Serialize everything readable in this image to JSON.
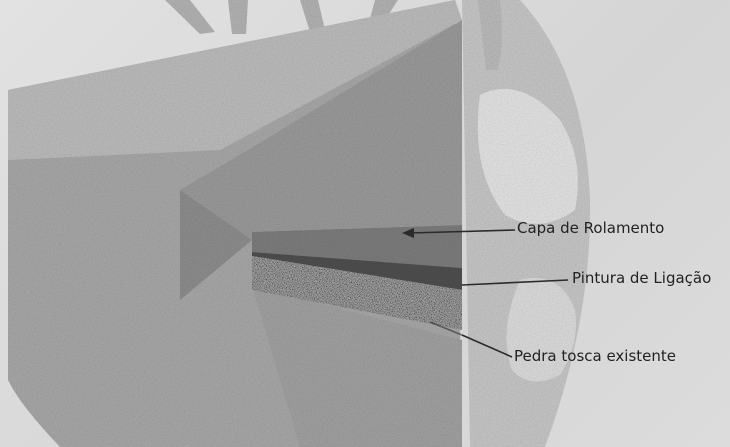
{
  "figure": {
    "labels": {
      "capa": "Capa de Rolamento",
      "pintura": "Pintura de Ligação",
      "pedra": "Pedra tosca existente"
    }
  }
}
